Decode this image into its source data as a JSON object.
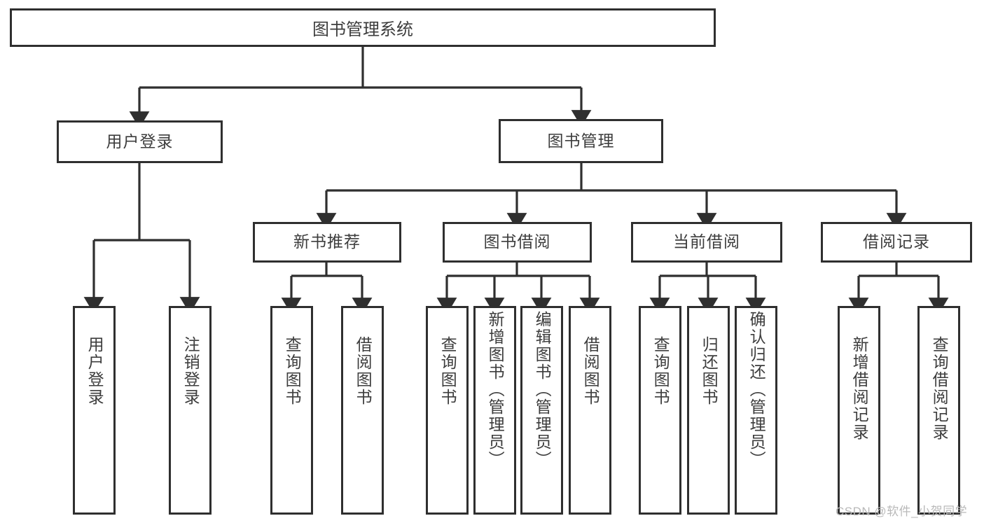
{
  "diagram": {
    "title": "图书管理系统",
    "watermark": "CSDN @软件_小贺同学",
    "colors": {
      "background": "#ffffff",
      "box_border": "#2f2f2f",
      "box_fill": "#ffffff",
      "text": "#3d3d3d",
      "connector": "#2f2f2f",
      "watermark": "#b9b9b9"
    },
    "root": {
      "label": "图书管理系统"
    },
    "level1": [
      {
        "label": "用户登录"
      },
      {
        "label": "图书管理"
      }
    ],
    "level2": [
      {
        "label": "新书推荐"
      },
      {
        "label": "图书借阅"
      },
      {
        "label": "当前借阅"
      },
      {
        "label": "借阅记录"
      }
    ],
    "leaves": {
      "user_login": [
        {
          "label": "用户登录"
        },
        {
          "label": "注销登录"
        }
      ],
      "new_book": [
        {
          "label": "查询图书"
        },
        {
          "label": "借阅图书"
        }
      ],
      "book_borrow": [
        {
          "label": "查询图书"
        },
        {
          "label": "新增图书（管理员）"
        },
        {
          "label": "编辑图书（管理员）"
        },
        {
          "label": "借阅图书"
        }
      ],
      "current_borrow": [
        {
          "label": "查询图书"
        },
        {
          "label": "归还图书"
        },
        {
          "label": "确认归还（管理员）"
        }
      ],
      "borrow_record": [
        {
          "label": "新增借阅记录"
        },
        {
          "label": "查询借阅记录"
        }
      ]
    }
  }
}
